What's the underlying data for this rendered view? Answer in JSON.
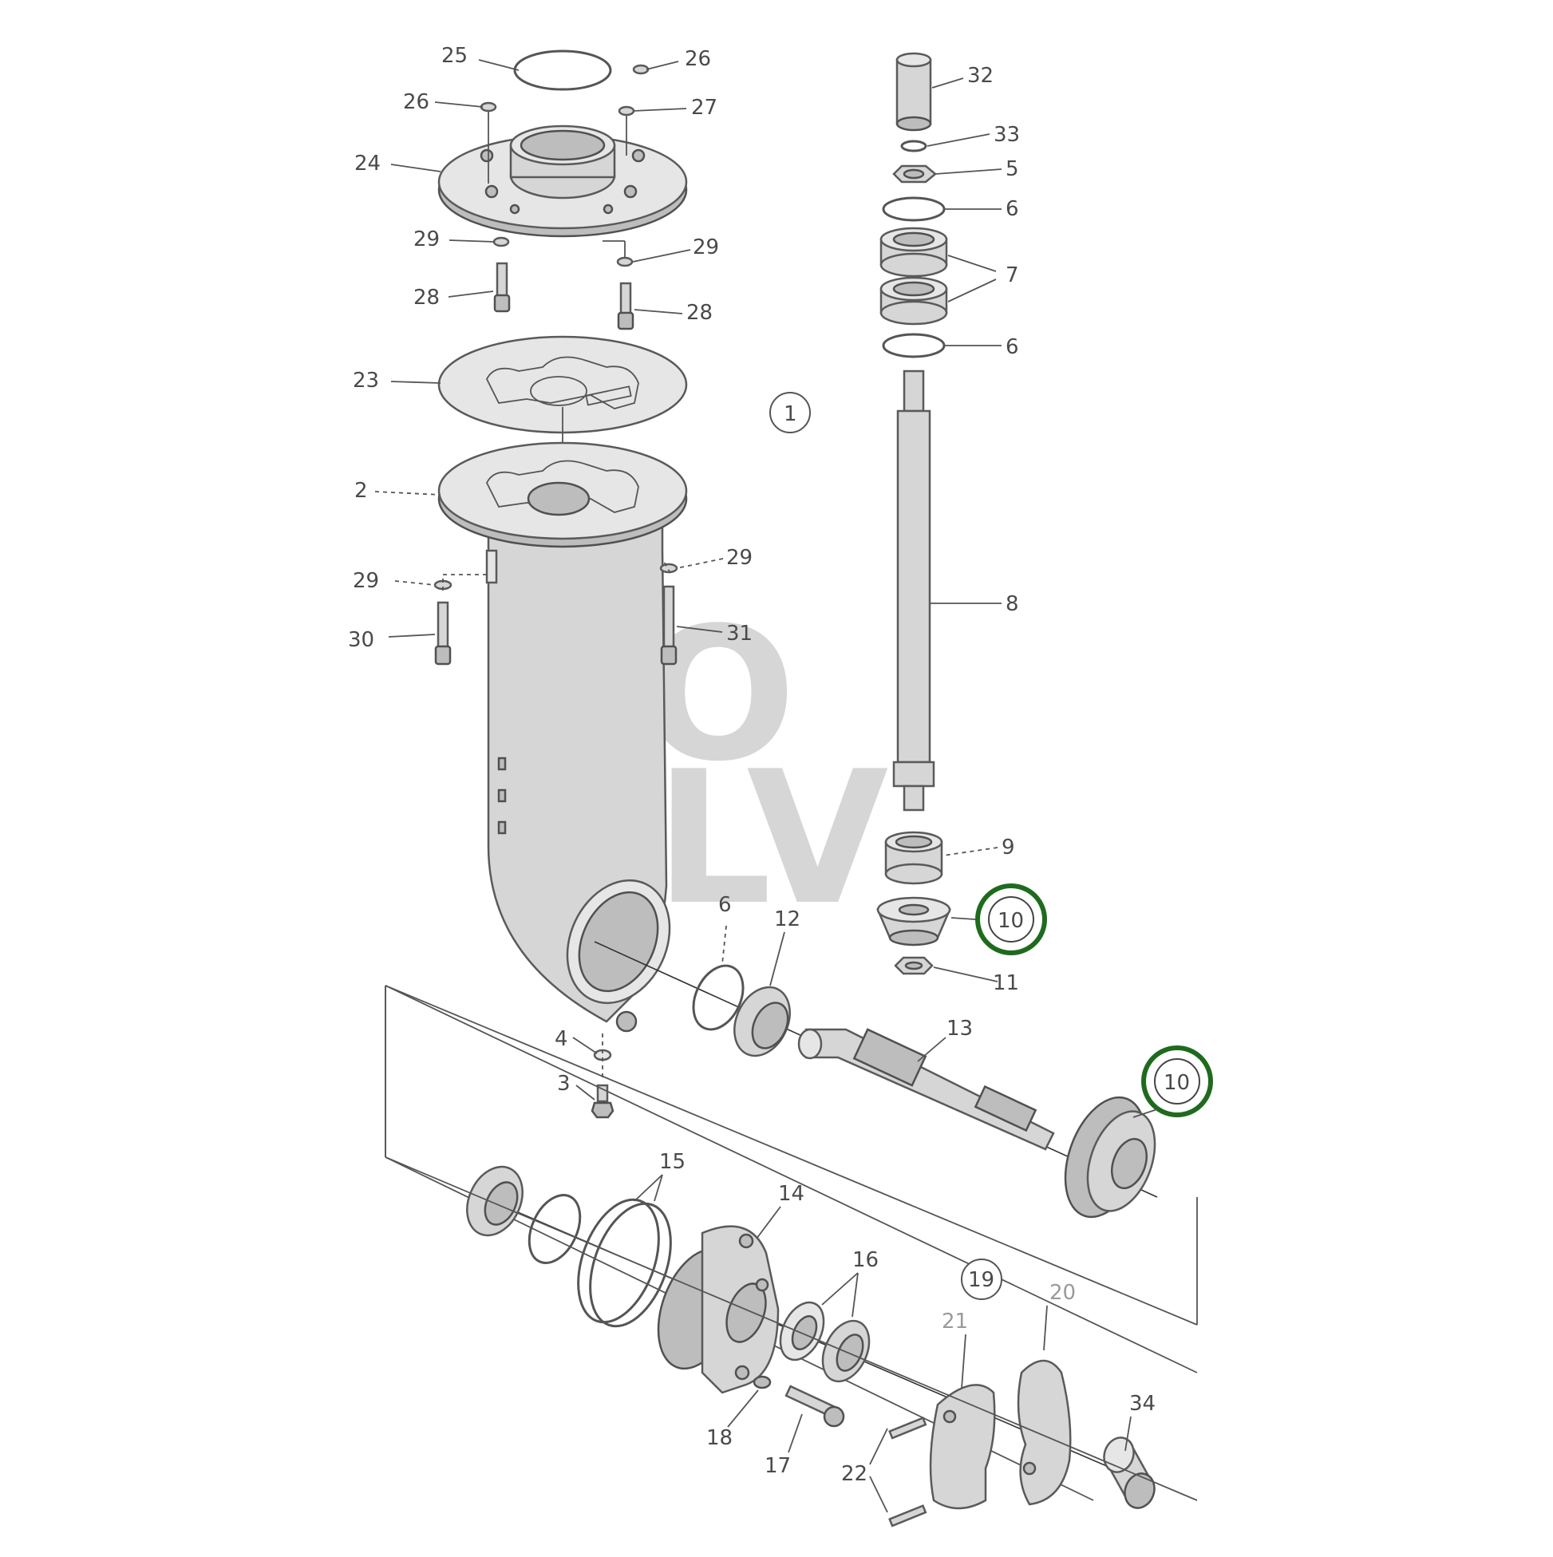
{
  "diagram": {
    "watermark": [
      "RO",
      "OLV"
    ],
    "labels": {
      "p25": "25",
      "p26a": "26",
      "p26b": "26",
      "p27": "27",
      "p24": "24",
      "p29a": "29",
      "p29b": "29",
      "p28a": "28",
      "p28b": "28",
      "p23": "23",
      "p2": "2",
      "p29c": "29",
      "p29d": "29",
      "p30": "30",
      "p31": "31",
      "p32": "32",
      "p33": "33",
      "p5": "5",
      "p6a": "6",
      "p7": "7",
      "p6b": "6",
      "p1": "1",
      "p8": "8",
      "p9": "9",
      "p10a": "10",
      "p11": "11",
      "p6c": "6",
      "p12": "12",
      "p4": "4",
      "p3": "3",
      "p13": "13",
      "p10b": "10",
      "p15": "15",
      "p14": "14",
      "p16": "16",
      "p19": "19",
      "p21": "21",
      "p20": "20",
      "p34": "34",
      "p18": "18",
      "p17": "17",
      "p22": "22"
    },
    "colors": {
      "highlight_ring": "#1e6b1e",
      "part_fill": "#d6d6d6",
      "outline": "#5a5a5a"
    }
  }
}
